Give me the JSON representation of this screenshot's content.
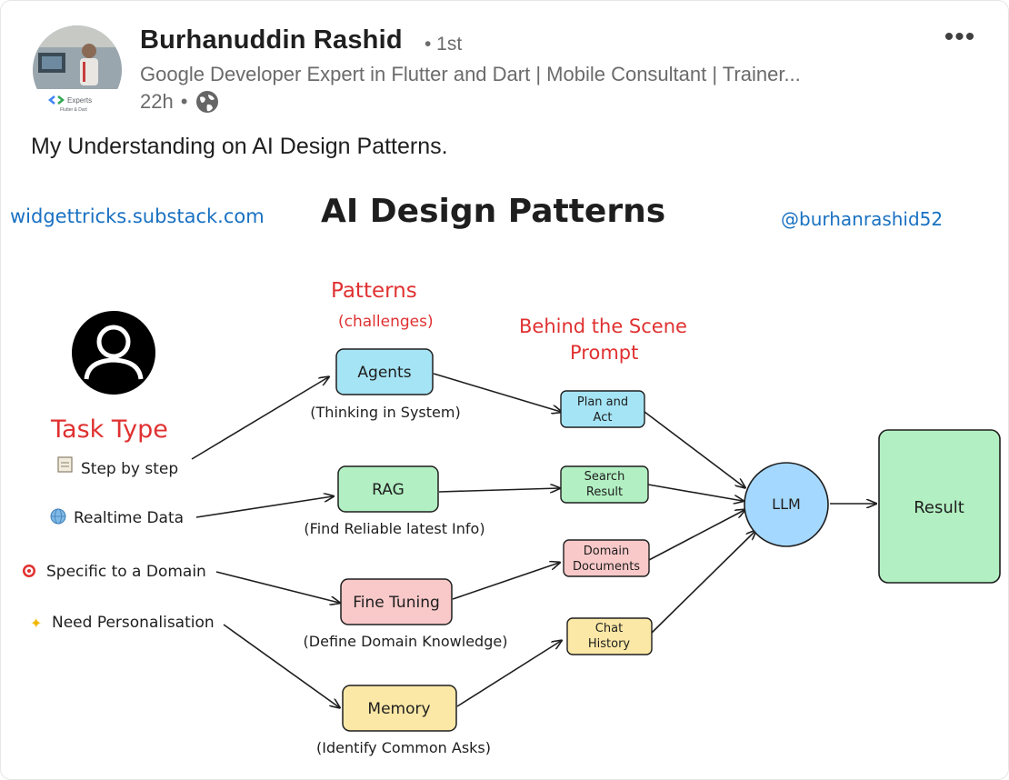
{
  "post": {
    "author": {
      "name": "Burhanuddin Rashid",
      "degree": "• 1st",
      "headline": "Google Developer Expert in Flutter and Dart | Mobile Consultant | Trainer...",
      "time": "22h",
      "separator": "•",
      "badge_label": "Experts",
      "badge_sub": "Flutter & Dart"
    },
    "more_icon": "more-horizontal-icon",
    "visibility_icon": "globe-icon",
    "text": "My Understanding on AI Design Patterns."
  },
  "diagram": {
    "title": "AI Design Patterns",
    "website": "widgettricks.substack.com",
    "handle": "@burhanrashid52",
    "task_type_header": "Task Type",
    "patterns_header": "Patterns",
    "patterns_sub": "(challenges)",
    "behind_header_1": "Behind the Scene",
    "behind_header_2": "Prompt",
    "tasks": [
      {
        "label": "Step by step",
        "icon": "notepad-icon"
      },
      {
        "label": "Realtime Data",
        "icon": "globe-emoji-icon"
      },
      {
        "label": "Specific to a Domain",
        "icon": "target-icon"
      },
      {
        "label": "Need Personalisation",
        "icon": "sparkles-icon"
      }
    ],
    "patterns": [
      {
        "label": "Agents",
        "caption": "(Thinking in System)",
        "color": "#a5e4f5"
      },
      {
        "label": "RAG",
        "caption": "(Find Reliable latest Info)",
        "color": "#b2efc2"
      },
      {
        "label": "Fine Tuning",
        "caption": "(Define Domain Knowledge)",
        "color": "#f9c9c9"
      },
      {
        "label": "Memory",
        "caption": "(Identify Common Asks)",
        "color": "#fbe8a6"
      }
    ],
    "prompts": [
      {
        "line1": "Plan and",
        "line2": "Act",
        "color": "#a5e4f5"
      },
      {
        "line1": "Search",
        "line2": "Result",
        "color": "#b2efc2"
      },
      {
        "line1": "Domain",
        "line2": "Documents",
        "color": "#f9c9c9"
      },
      {
        "line1": "Chat",
        "line2": "History",
        "color": "#fbe8a6"
      }
    ],
    "llm": {
      "label": "LLM",
      "color": "#a5d8ff"
    },
    "result": {
      "label": "Result",
      "color": "#b2efc2"
    },
    "colors": {
      "red_heading": "#e03131",
      "blue_text": "#1971c2",
      "stroke": "#1e1e1e"
    }
  }
}
